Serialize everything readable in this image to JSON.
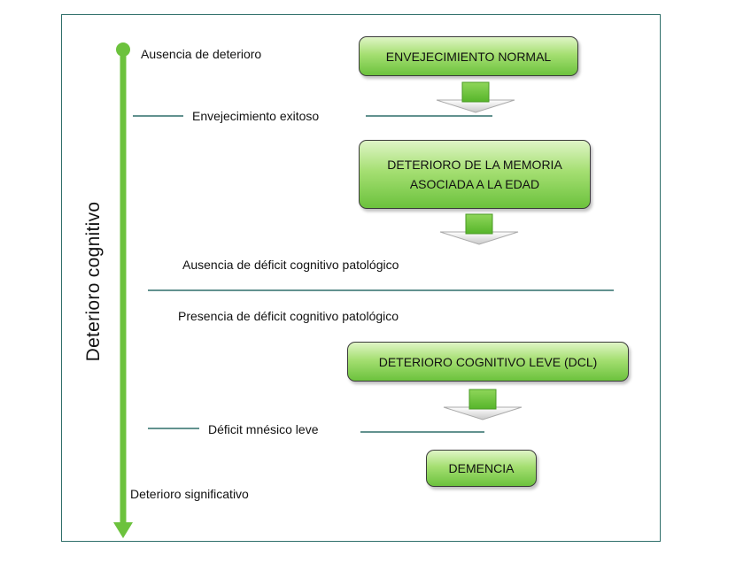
{
  "axis": {
    "title": "Deterioro   cognitivo",
    "top_label": "Ausencia de deterioro",
    "bottom_label": "Deterioro significativo",
    "color": "#6cc23d"
  },
  "stages": [
    {
      "lines": [
        "ENVEJECIMIENTO NORMAL"
      ]
    },
    {
      "lines": [
        "DETERIORO DE LA MEMORIA",
        "ASOCIADA A LA EDAD"
      ]
    },
    {
      "lines": [
        "DETERIORO COGNITIVO LEVE (DCL)"
      ]
    },
    {
      "lines": [
        "DEMENCIA"
      ]
    }
  ],
  "annotations": {
    "envejecimiento_exitoso": "Envejecimiento exitoso",
    "ausencia_deficit": "Ausencia de déficit cognitivo patológico",
    "presencia_deficit": "Presencia de déficit cognitivo patológico",
    "deficit_mnesico": "Déficit mnésico leve"
  },
  "colors": {
    "frame": "#2f6f6a",
    "divider": "#2f6f6a",
    "stage_fill": "#6cc23d"
  }
}
